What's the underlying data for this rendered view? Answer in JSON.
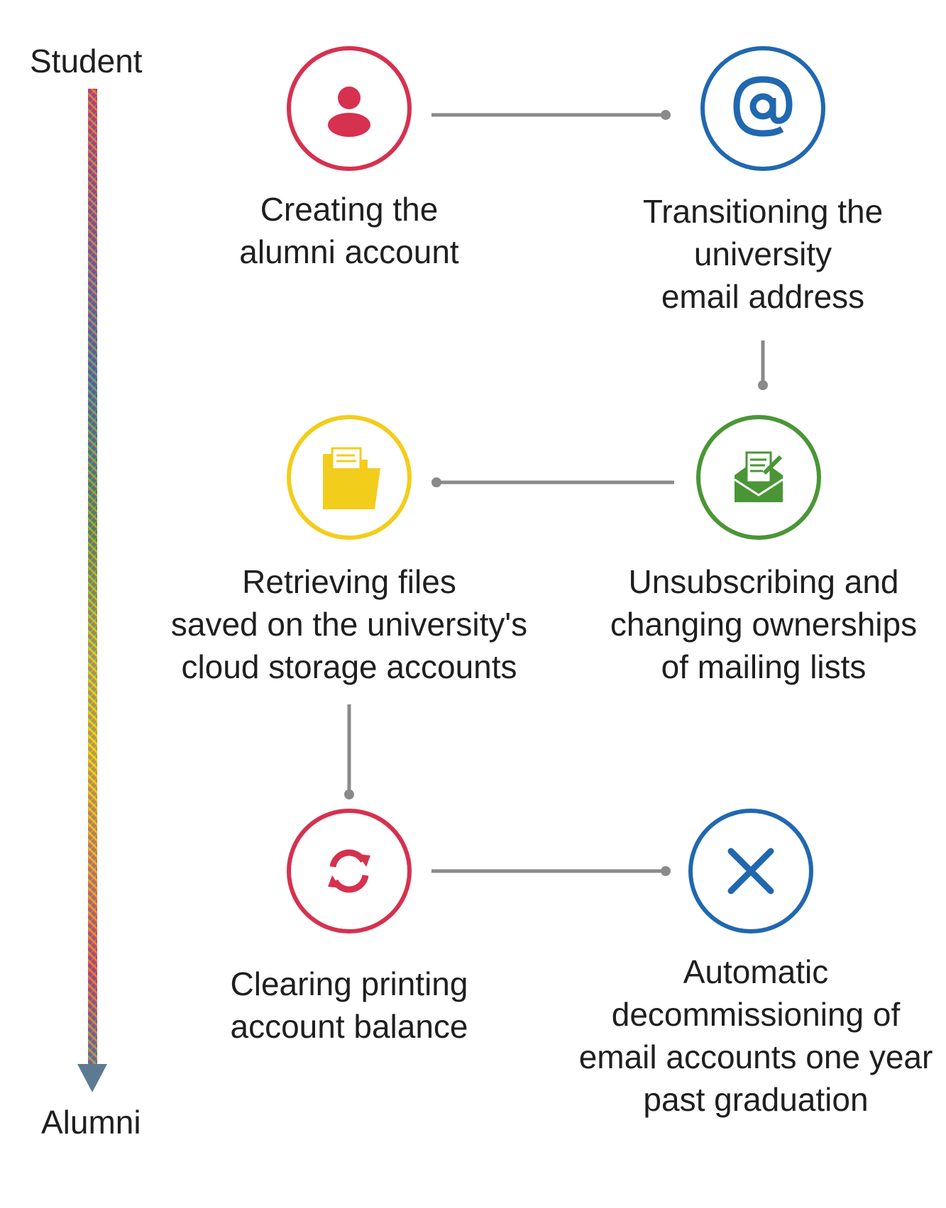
{
  "timeline": {
    "start_label": "Student",
    "end_label": "Alumni"
  },
  "steps": [
    {
      "id": "create-account",
      "icon": "person-icon",
      "color": "#d6314f",
      "lines": [
        "Creating the",
        "alumni account"
      ]
    },
    {
      "id": "email-transition",
      "icon": "at-sign-icon",
      "color": "#2068b0",
      "lines": [
        "Transitioning the",
        "university",
        "email address"
      ]
    },
    {
      "id": "mailing-lists",
      "icon": "mail-edit-icon",
      "color": "#4a9636",
      "lines": [
        "Unsubscribing and",
        "changing ownerships",
        "of mailing lists"
      ]
    },
    {
      "id": "retrieve-files",
      "icon": "folder-icon",
      "color": "#f3cd1c",
      "lines": [
        "Retrieving files",
        "saved on the university's",
        "cloud storage accounts"
      ]
    },
    {
      "id": "printing-balance",
      "icon": "refresh-icon",
      "color": "#d6314f",
      "lines": [
        "Clearing printing",
        "account balance"
      ]
    },
    {
      "id": "decommission",
      "icon": "close-x-icon",
      "color": "#2068b0",
      "lines": [
        "Automatic",
        "decommissioning of",
        "email accounts one year",
        "past graduation"
      ]
    }
  ],
  "colors": {
    "connector": "#8a8a8a",
    "gradient": [
      "#e0315a",
      "#7b4d9a",
      "#1f6cb4",
      "#4c9a3b",
      "#ffdd00",
      "#f0913a",
      "#e0315a",
      "#5d7a93"
    ]
  }
}
